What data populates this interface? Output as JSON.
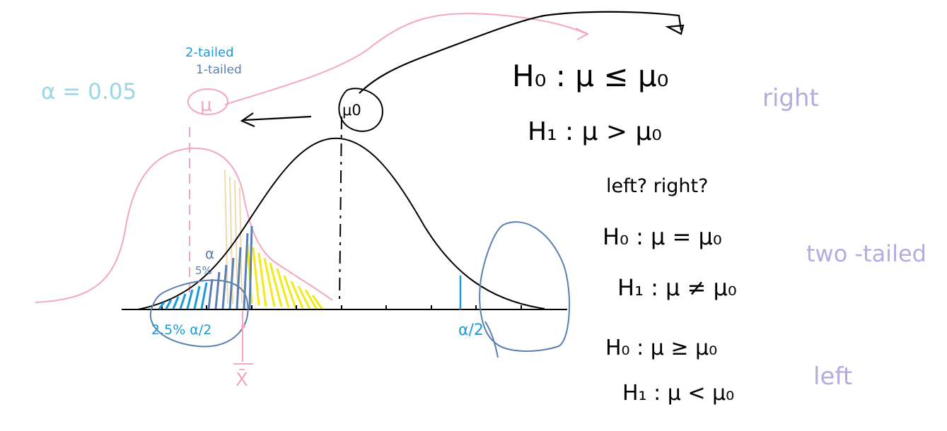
{
  "colors": {
    "ink": "#000000",
    "pink": "#f4a6c4",
    "blue": "#1a9bd7",
    "steel": "#5b7fb0",
    "light_blue": "#9cd6e6",
    "lavender": "#b6aadf",
    "yellow": "#f2ea17",
    "tan": "#efd9b0"
  },
  "left_notes": {
    "alpha": "α = 0.05",
    "two_tailed": "2-tailed",
    "one_tailed": "1-tailed",
    "mu": "μ",
    "xbar": "X̄",
    "alpha_tail_label": "α",
    "five_percent": "5%",
    "left_tail_label": "2.5% α/2",
    "right_tail_label": "α/2"
  },
  "center_notes": {
    "mu0": "μ0"
  },
  "hypotheses": {
    "h0_right": "H₀ : μ ≤ μ₀",
    "h1_right": "H₁ : μ > μ₀",
    "question": "left? right?",
    "h0_two": "H₀ : μ = μ₀",
    "h1_two": "H₁ : μ ≠ μ₀",
    "h0_left": "H₀ : μ ≥ μ₀",
    "h1_left": "H₁ : μ < μ₀"
  },
  "tail_labels": {
    "right": "right",
    "two": "two -tailed",
    "left": "left"
  }
}
